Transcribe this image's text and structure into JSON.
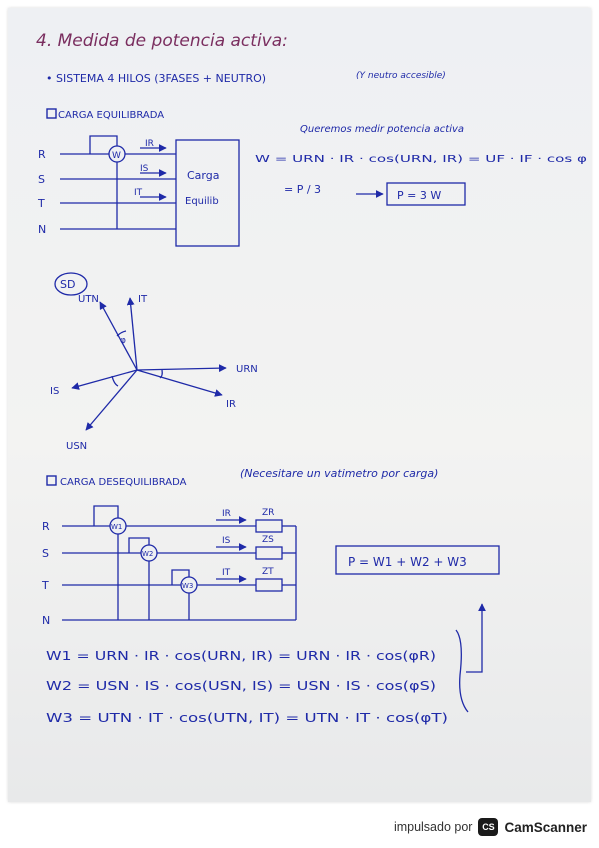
{
  "page": {
    "heading": "4. Medida de potencia activa:",
    "system": "• SISTEMA 4 HILOS (3FASES + NEUTRO)",
    "system_note": "(Y neutro accesible)"
  },
  "balanced": {
    "heading": "CARGA EQUILIBRADA",
    "lines": [
      "R",
      "S",
      "T",
      "N"
    ],
    "meter": "W",
    "currents": [
      "IR",
      "IS",
      "IT"
    ],
    "load_line1": "Carga",
    "load_line2": "Equilib",
    "note": "Queremos medir potencia activa",
    "formula": "W = URN · IR · cos(URN, IR) = UF · IF · cos φ",
    "formula_2": "= P / 3",
    "result": "P = 3 W"
  },
  "phasor": {
    "label": "SD",
    "vectors": [
      "UTN",
      "IT",
      "URN",
      "IR",
      "IS",
      "USN"
    ],
    "angle": "φ"
  },
  "unbalanced": {
    "heading": "CARGA DESEQUILIBRADA",
    "note": "(Necesitare un vatimetro por carga)",
    "lines": [
      "R",
      "S",
      "T",
      "N"
    ],
    "meters": [
      "W1",
      "W2",
      "W3"
    ],
    "currents": [
      "IR",
      "IS",
      "IT"
    ],
    "impedances": [
      "ZR",
      "ZS",
      "ZT"
    ],
    "result": "P = W1 + W2 + W3",
    "equations": [
      "W1 = URN · IR · cos(URN, IR) = URN · IR · cos(φR)",
      "W2 = USN · IS · cos(USN, IS) = USN · IS · cos(φS)",
      "W3 = UTN · IT · cos(UTN, IT) = UTN · IT · cos(φT)"
    ]
  },
  "footer": {
    "powered": "impulsado por",
    "logo": "CS",
    "brand": "CamScanner"
  }
}
